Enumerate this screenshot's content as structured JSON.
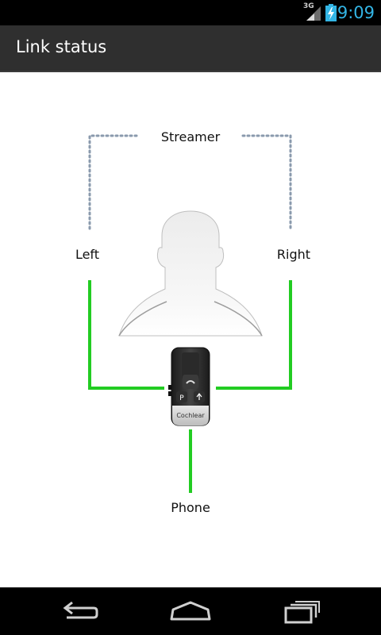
{
  "status_bar": {
    "network_type": "3G",
    "time": "9:09",
    "icons": [
      "signal-icon",
      "battery-charging-icon"
    ]
  },
  "action_bar": {
    "title": "Link status"
  },
  "diagram": {
    "labels": {
      "streamer": "Streamer",
      "left": "Left",
      "right": "Right",
      "phone": "Phone"
    },
    "device_brand": "Cochlear",
    "device_buttons": [
      "P"
    ],
    "links": {
      "streamer": "inactive",
      "left": "connected",
      "right": "connected",
      "phone": "connected"
    },
    "colors": {
      "connected": "#22cc22",
      "inactive": "#8a9aad"
    }
  },
  "nav_bar": {
    "icons": [
      "back-icon",
      "home-icon",
      "recent-apps-icon"
    ]
  }
}
